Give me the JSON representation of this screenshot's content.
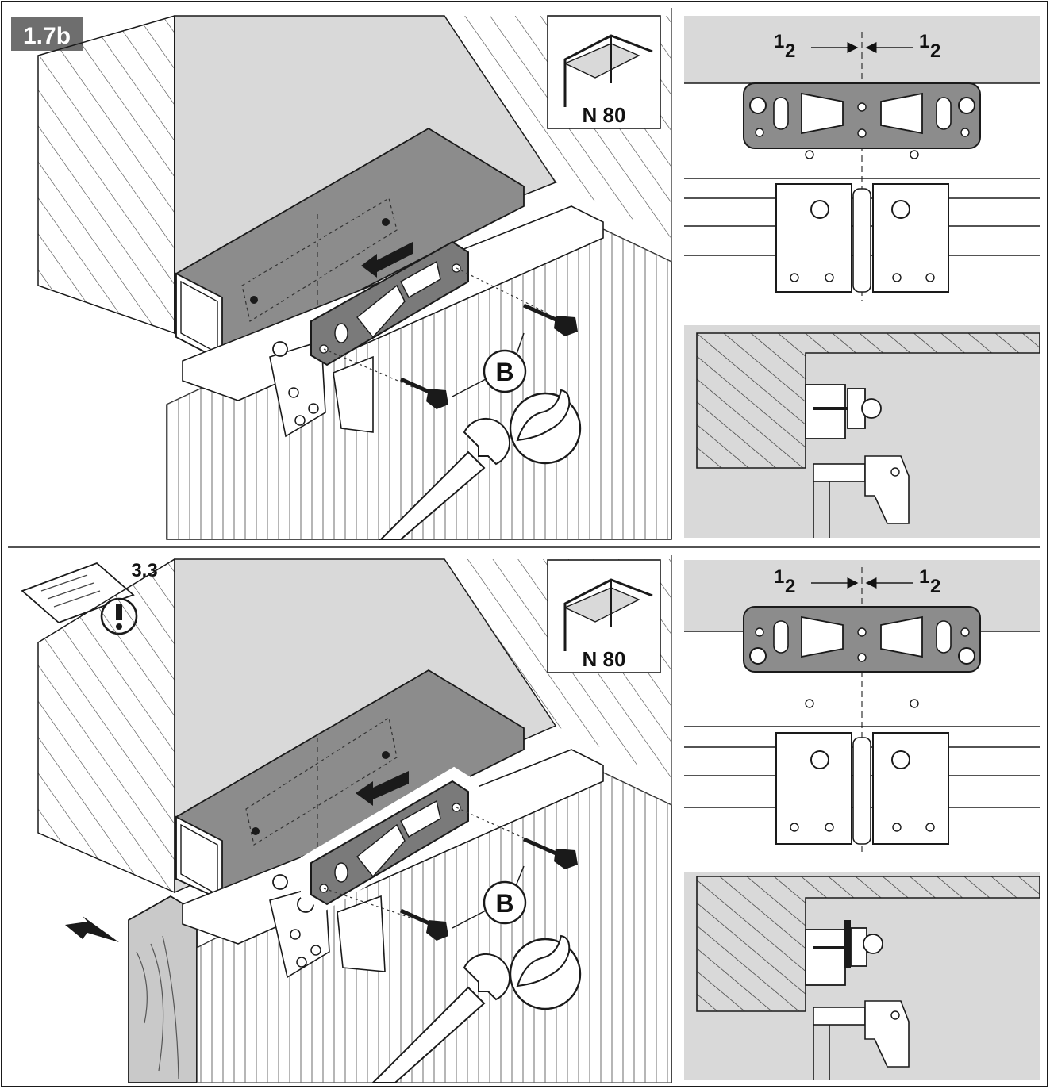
{
  "step": {
    "number": "1.7b",
    "badge_color": "#6e6e6e"
  },
  "colors": {
    "line": "#1a1a1a",
    "panel_gray": "#d9d9d9",
    "dark_gray": "#8c8c8c",
    "wood": "#c9c9c9"
  },
  "panel_top": {
    "tool_label": "N 80",
    "fastener_label": "B",
    "dim_left_num": "1",
    "dim_left_den": "2",
    "dim_right_num": "1",
    "dim_right_den": "2"
  },
  "panel_bottom": {
    "manual_ref": "3.3",
    "tool_label": "N 80",
    "fastener_label": "B",
    "dim_left_num": "1",
    "dim_left_den": "2",
    "dim_right_num": "1",
    "dim_right_den": "2"
  },
  "icons": {
    "wrench": "wrench-icon",
    "strength": "flexed-arm-icon",
    "manual": "manual-book-icon",
    "warning": "exclamation-icon",
    "arrow": "push-arrow-icon"
  }
}
